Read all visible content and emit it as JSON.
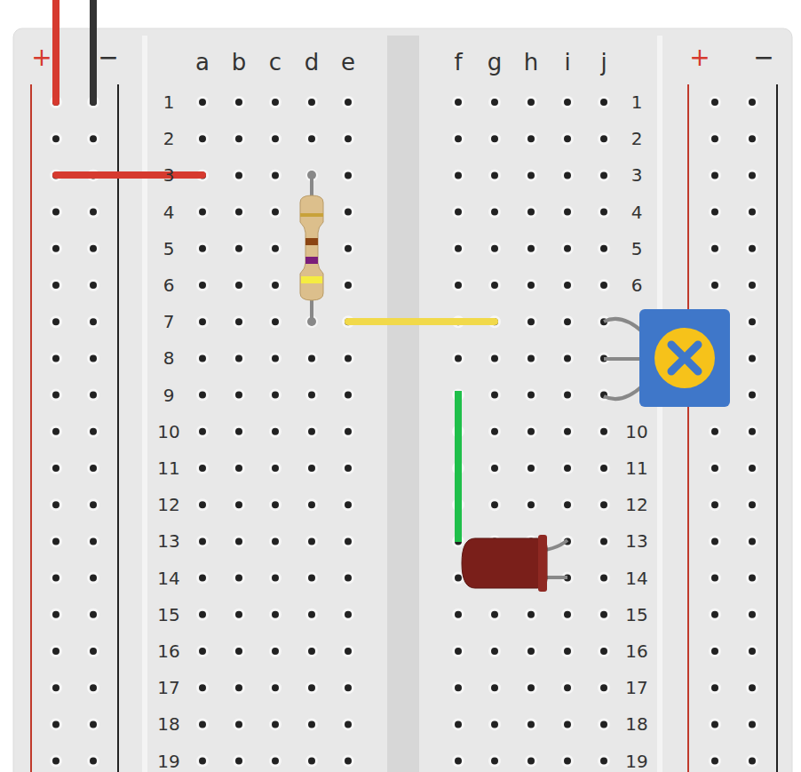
{
  "diagram": {
    "labels": [
      "+",
      "−",
      "a",
      "b",
      "c",
      "d",
      "e",
      "f",
      "g",
      "h",
      "i",
      "j",
      "+",
      "−",
      "1",
      "2",
      "3",
      "4",
      "5",
      "6",
      "7",
      "8",
      "9",
      "10",
      "11",
      "12",
      "13",
      "14",
      "15",
      "16",
      "17",
      "18",
      "19",
      "1",
      "2",
      "3",
      "4",
      "5",
      "6",
      "10",
      "11",
      "12",
      "13",
      "14",
      "15",
      "16",
      "17",
      "18",
      "19"
    ]
  }
}
